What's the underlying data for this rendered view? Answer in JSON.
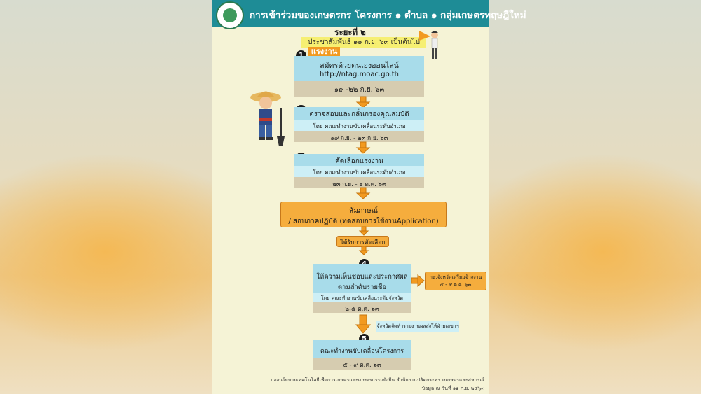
{
  "header": {
    "title": "การเข้าร่วมของเกษตรกร โครงการ ๑ ตำบล ๑ กลุ่มเกษตรทฤษฎีใหม่"
  },
  "phase": {
    "title": "ระยะที่ ๒",
    "publicity": "ประชาสัมพันธ์ ๑๑ ก.ย. ๖๓ เป็นต้นไป"
  },
  "steps": {
    "s1": {
      "num": "1",
      "label": "แรงงาน",
      "line1": "สมัครด้วยตนเองออนไลน์",
      "line2": "http://ntag.moac.go.th",
      "date": "๑๙ -๒๒ ก.ย. ๖๓"
    },
    "s2": {
      "num": "2",
      "title": "ตรวจสอบและกลั่นกรองคุณสมบัติ",
      "by": "โดย คณะทำงานขับเคลื่อนระดับอำเภอ",
      "date": "๑๙ ก.ย. - ๒๓ ก.ย. ๖๓"
    },
    "s3": {
      "num": "3",
      "title": "คัดเลือกแรงงาน",
      "by": "โดย คณะทำงานขับเคลื่อนระดับอำเภอ",
      "date": "๒๓ ก.ย. - ๑ ต.ค. ๖๓"
    },
    "interview": {
      "line1": "สัมภาษณ์",
      "line2": "/ สอบภาคปฏิบัติ (ทดสอบการใช้งานApplication)"
    },
    "selected": "ได้รับการคัดเลือก",
    "s4": {
      "num": "4",
      "line1": "ให้ความเห็นชอบและประกาศผล",
      "line2": "ตามลำดับรายชื่อ",
      "by": "โดย คณะทำงานขับเคลื่อนระดับจังหวัด",
      "date": "๒-๕ ต.ค. ๖๓"
    },
    "side4": {
      "line1": "กษ.จังหวัดเตรียมจ้างงาน",
      "line2": "๕ - ๙ ต.ค. ๖๓"
    },
    "note5": "จังหวัดจัดทำรายงานผลส่งให้ฝ่ายเลขาฯ",
    "s5": {
      "num": "5",
      "title": "คณะทำงานขับเคลื่อนโครงการ",
      "date": "๕ - ๙ ต.ค. ๖๓"
    }
  },
  "footer": {
    "line1": "กองนโยบายเทคโนโลยีเพื่อการเกษตรและเกษตรกรรมยั่งยืน สำนักงานปลัดกระทรวงเกษตรและสหกรณ์",
    "line2": "ข้อมูล ณ วันที่ ๑๑ ก.ย. ๒๕๖๓"
  },
  "colors": {
    "header": "#1e8c96",
    "accent": "#f29a20",
    "box": "#a8dcea",
    "date_bar": "#d6ccb0"
  }
}
